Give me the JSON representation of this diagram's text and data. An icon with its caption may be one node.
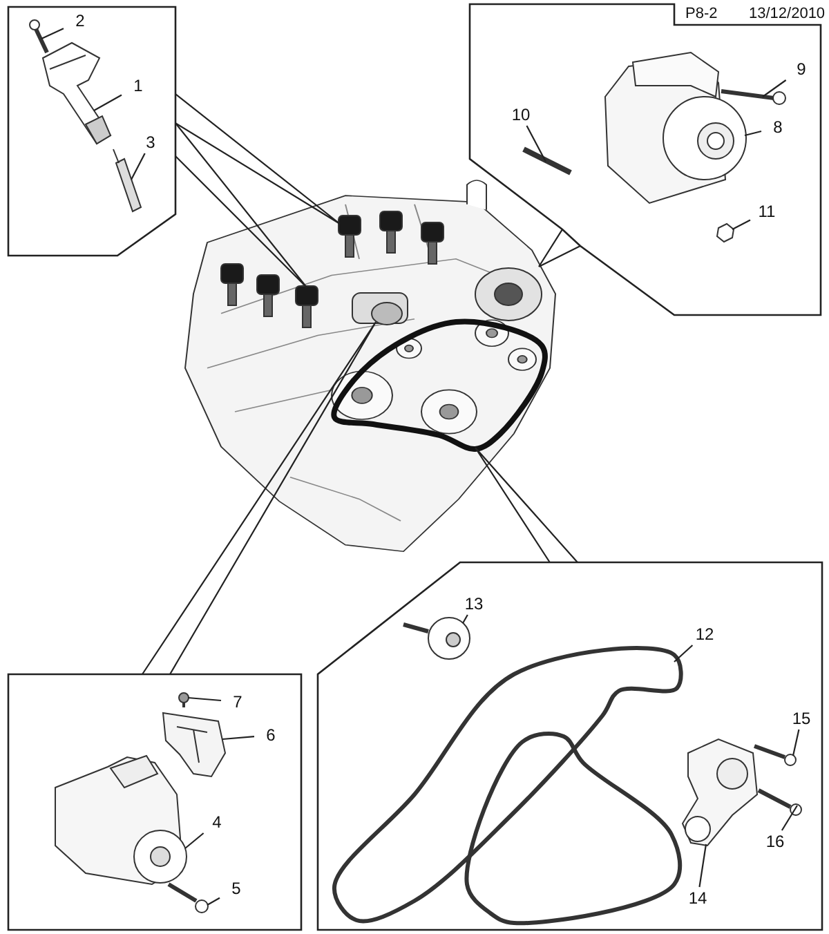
{
  "diagram": {
    "nodes": [
      {
        "text": [],
        "shape": "box"
      },
      {
        "text": [
          "2"
        ],
        "in": 0
      },
      {
        "text": [
          "1"
        ],
        "in": 0
      },
      {
        "text": [
          "3"
        ],
        "in": 0
      },
      {
        "text": [],
        "shape": "picture",
        "in": 0
      },
      {
        "text": [],
        "shape": "picture",
        "in": 0
      },
      {
        "text": [],
        "shape": "picture",
        "in": 0
      },
      {
        "text": [],
        "shape": "box"
      },
      {
        "text": [
          "9"
        ],
        "in": 7
      },
      {
        "text": [
          "10"
        ],
        "in": 7
      },
      {
        "text": [
          "8"
        ],
        "in": 7
      },
      {
        "text": [
          "11"
        ],
        "in": 7
      },
      {
        "text": [],
        "shape": "picture",
        "in": 7
      },
      {
        "text": [],
        "shape": "picture",
        "in": 7
      },
      {
        "text": [],
        "shape": "picture",
        "in": 7
      },
      {
        "text": [],
        "shape": "picture",
        "in": 7
      },
      {
        "text": [],
        "shape": "picture"
      },
      {
        "text": [],
        "shape": "box"
      },
      {
        "text": [
          "7"
        ],
        "in": 17
      },
      {
        "text": [
          "6"
        ],
        "in": 17
      },
      {
        "text": [
          "4"
        ],
        "in": 17
      },
      {
        "text": [
          "5"
        ],
        "in": 17
      },
      {
        "text": [],
        "shape": "picture",
        "in": 17
      },
      {
        "text": [],
        "shape": "picture",
        "in": 17
      },
      {
        "text": [],
        "shape": "picture",
        "in": 17
      },
      {
        "text": [],
        "shape": "picture",
        "in": 17
      },
      {
        "text": [],
        "shape": "box"
      },
      {
        "text": [
          "13"
        ],
        "in": 26
      },
      {
        "text": [
          "12"
        ],
        "in": 26
      },
      {
        "text": [
          "15"
        ],
        "in": 26
      },
      {
        "text": [
          "16"
        ],
        "in": 26
      },
      {
        "text": [
          "14"
        ],
        "in": 26
      },
      {
        "text": [],
        "shape": "picture",
        "in": 26
      },
      {
        "text": [],
        "shape": "picture",
        "in": 26
      },
      {
        "text": [],
        "shape": "picture",
        "in": 26
      },
      {
        "text": [],
        "shape": "picture",
        "in": 26
      },
      {
        "text": [],
        "shape": "picture",
        "in": 26
      },
      {
        "text": [],
        "shape": "picture",
        "in": 16
      },
      {
        "text": [],
        "shape": "picture",
        "in": 16
      },
      {
        "text": [],
        "shape": "picture",
        "in": 16
      },
      {
        "text": [],
        "shape": "picture",
        "in": 16
      },
      {
        "text": [],
        "shape": "picture",
        "in": 16
      }
    ],
    "edges": [
      {
        "from": 1,
        "to": 4,
        "arrow": "none"
      },
      {
        "from": 2,
        "to": 5,
        "arrow": "none"
      },
      {
        "from": 3,
        "to": 6,
        "arrow": "none"
      },
      {
        "from": 8,
        "to": 12,
        "arrow": "none"
      },
      {
        "from": 9,
        "to": 13,
        "arrow": "none"
      },
      {
        "from": 10,
        "to": 14,
        "arrow": "none"
      },
      {
        "from": 11,
        "to": 15,
        "arrow": "none"
      },
      {
        "from": 18,
        "to": 22,
        "arrow": "none"
      },
      {
        "from": 19,
        "to": 23,
        "arrow": "none"
      },
      {
        "from": 20,
        "to": 24,
        "arrow": "none"
      },
      {
        "from": 21,
        "to": 25,
        "arrow": "none"
      },
      {
        "from": 27,
        "to": 32,
        "arrow": "none"
      },
      {
        "from": 28,
        "to": 33,
        "arrow": "none"
      },
      {
        "from": 29,
        "to": 34,
        "arrow": "none"
      },
      {
        "from": 30,
        "to": 35,
        "arrow": "none"
      },
      {
        "from": 31,
        "to": 36,
        "arrow": "none"
      },
      {
        "from": 0,
        "to": 37,
        "arrow": "none"
      },
      {
        "from": 0,
        "to": 38,
        "arrow": "none"
      },
      {
        "from": 7,
        "to": 39,
        "arrow": "none"
      },
      {
        "from": 17,
        "to": 40,
        "arrow": "none"
      },
      {
        "from": 26,
        "to": 41,
        "arrow": "none"
      }
    ],
    "labels": [
      "P8-2",
      "13/12/2010"
    ]
  }
}
